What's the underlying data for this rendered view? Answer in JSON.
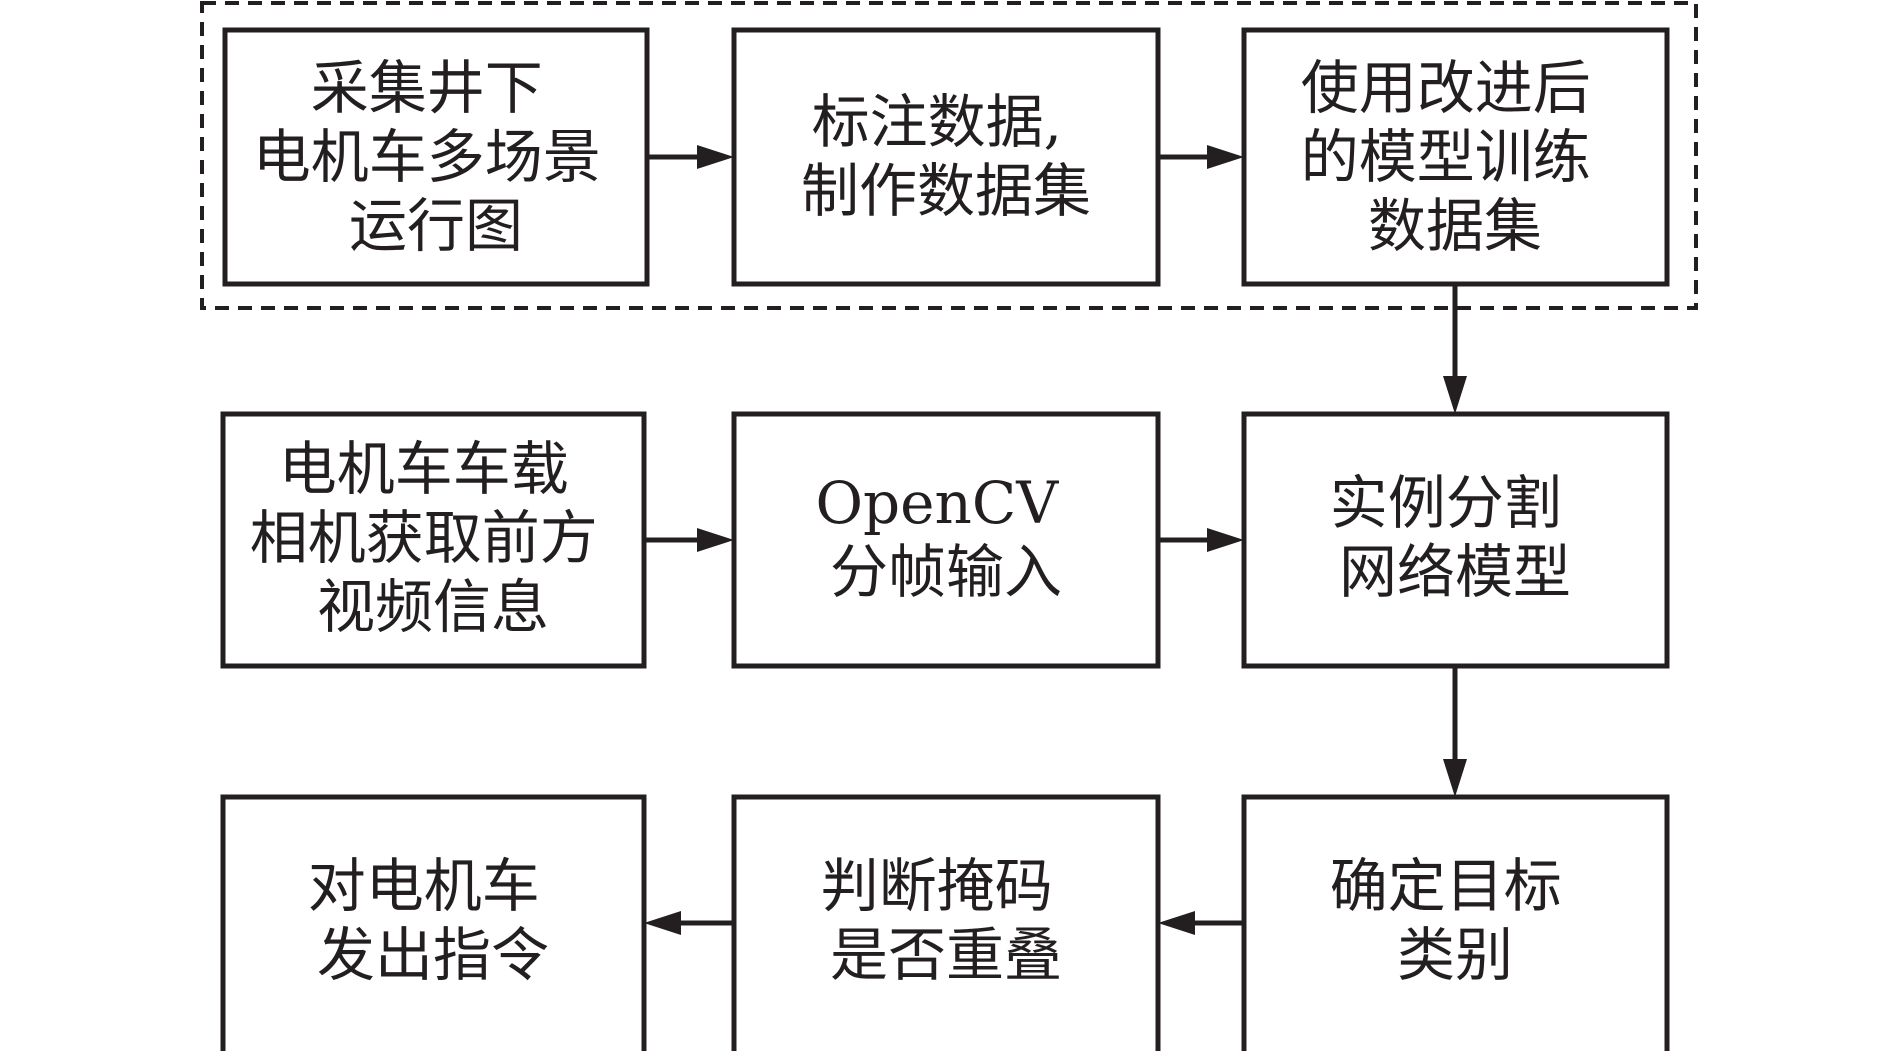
{
  "diagram": {
    "training_stage": {
      "collect": {
        "lines": [
          "采集井下",
          "电机车多场景",
          "运行图"
        ]
      },
      "annotate": {
        "lines": [
          "标注数据,",
          "制作数据集"
        ]
      },
      "train": {
        "lines": [
          "使用改进后",
          "的模型训练",
          "数据集"
        ]
      }
    },
    "camera": {
      "lines": [
        "电机车车载",
        "相机获取前方",
        "视频信息"
      ]
    },
    "opencv": {
      "lines": [
        "OpenCV",
        "分帧输入"
      ]
    },
    "segmentation": {
      "lines": [
        "实例分割",
        "网络模型"
      ]
    },
    "classify": {
      "lines": [
        "确定目标",
        "类别"
      ]
    },
    "overlap": {
      "lines": [
        "判断掩码",
        "是否重叠"
      ]
    },
    "command": {
      "lines": [
        "对电机车",
        "发出指令"
      ]
    }
  },
  "colors": {
    "line": "#231f20",
    "background": "#ffffff"
  }
}
